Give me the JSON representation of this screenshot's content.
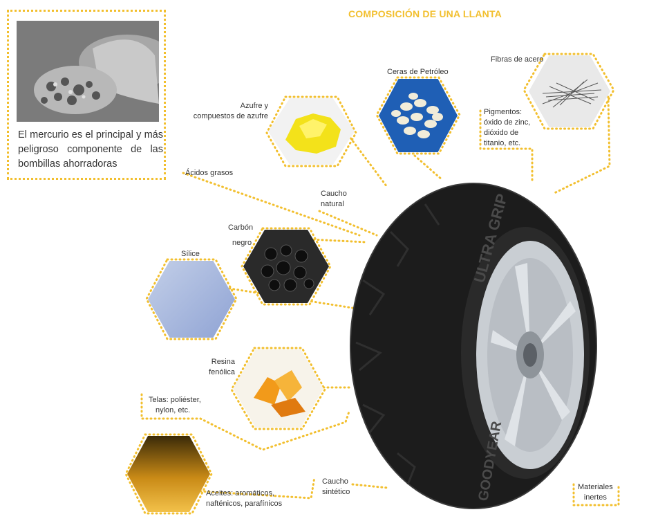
{
  "title": "COMPOSICIÓN DE UNA LLANTA",
  "info_box": {
    "text": "El mercurio es el principal y más peligroso componente de las bombillas ahorradoras"
  },
  "labels": {
    "azufre": [
      "Azufre y",
      "compuestos de azufre"
    ],
    "ceras": "Ceras de Petróleo",
    "fibras": "Fibras de acero",
    "pigmentos": [
      "Pigmentos:",
      "óxido de zinc,",
      "dióxido de",
      "titanio, etc."
    ],
    "acidos": "Ácidos grasos",
    "caucho_natural": [
      "Caucho",
      "natural"
    ],
    "carbon": [
      "Carbón",
      "negro"
    ],
    "silice": "Sílice",
    "resina": [
      "Resina",
      "fenólica"
    ],
    "telas": [
      "Telas: poliéster,",
      "nylon, etc."
    ],
    "aceites": [
      "Aceites: aromáticos,",
      "nafténicos, parafínicos"
    ],
    "caucho_sintetico": [
      "Caucho",
      "sintético"
    ],
    "materiales": [
      "Materiales",
      "inertes"
    ]
  },
  "tire": {
    "sidewall_text": "ULTRA GRIP",
    "brand_text": "GOODYEAR"
  },
  "colors": {
    "accent": "#f2bf2e",
    "tire": "#1c1c1c",
    "rim": "#c9ced3"
  }
}
